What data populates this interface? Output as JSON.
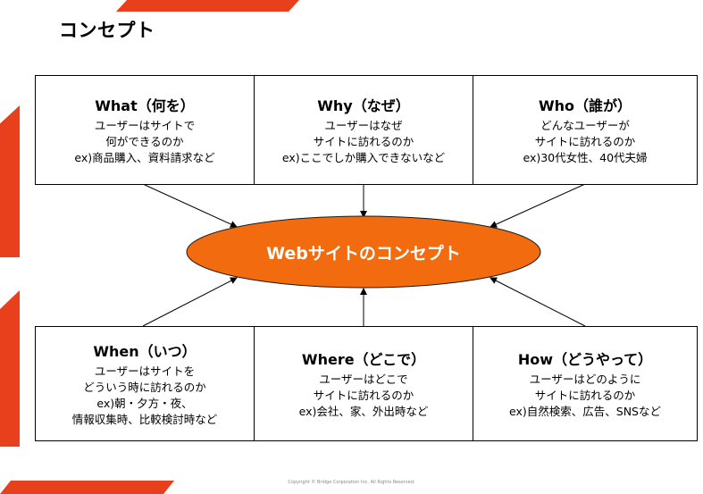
{
  "title": "コンセプト",
  "center": "Webサイトのコンセプト",
  "colors": {
    "accent": "#e8401c",
    "ellipse": "#f26b0f"
  },
  "boxes": {
    "what": {
      "head": "What（何を）",
      "lines": [
        "ユーザーはサイトで",
        "何ができるのか",
        "ex)商品購入、資料請求など"
      ]
    },
    "why": {
      "head": "Why（なぜ）",
      "lines": [
        "ユーザーはなぜ",
        "サイトに訪れるのか",
        "ex)ここでしか購入できないなど"
      ]
    },
    "who": {
      "head": "Who（誰が）",
      "lines": [
        "どんなユーザーが",
        "サイトに訪れるのか",
        "ex)30代女性、40代夫婦"
      ]
    },
    "when": {
      "head": "When（いつ）",
      "lines": [
        "ユーザーはサイトを",
        "どういう時に訪れるのか",
        "ex)朝・夕方・夜、",
        "情報収集時、比較検討時など"
      ]
    },
    "where": {
      "head": "Where（どこで）",
      "lines": [
        "ユーザーはどこで",
        "サイトに訪れるのか",
        "ex)会社、家、外出時など"
      ]
    },
    "how": {
      "head": "How（どうやって）",
      "lines": [
        "ユーザーはどのように",
        "サイトに訪れるのか",
        "ex)自然検索、広告、SNSなど"
      ]
    }
  },
  "copyright": "Copyright © Bridge Corporation Inc. All Rights Reserved."
}
